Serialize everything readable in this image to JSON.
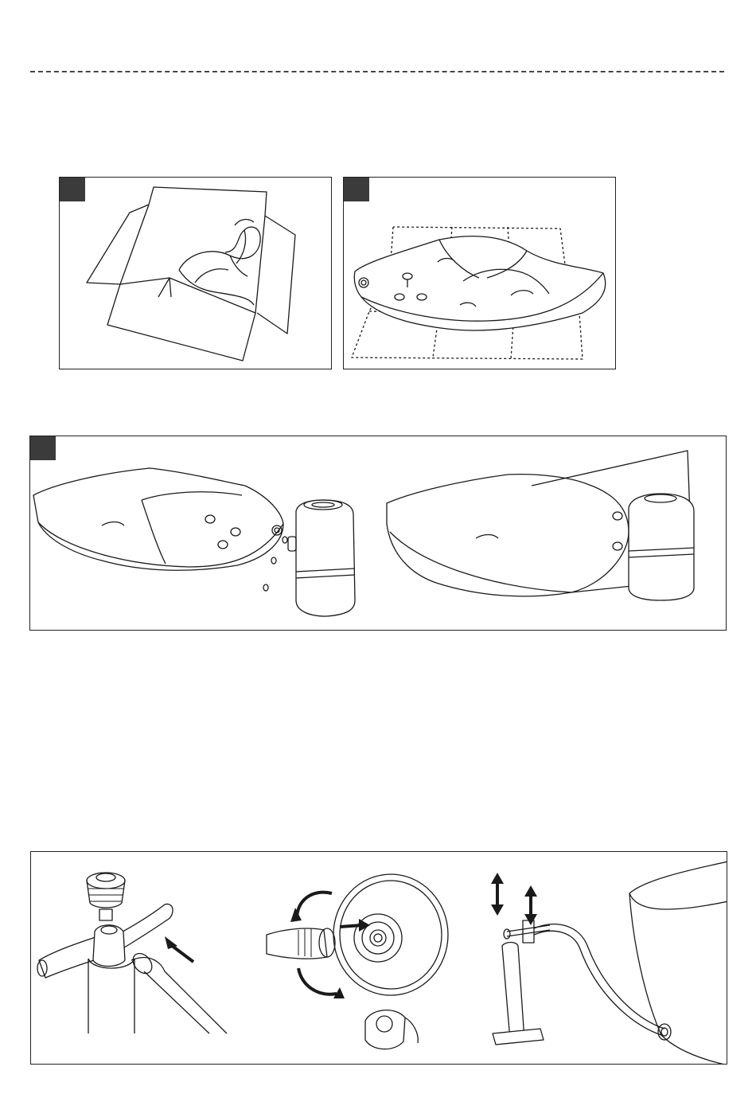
{
  "page": {
    "background": "#ffffff",
    "line_color": "#1a1a1a",
    "step_tag_color": "#3b3b3b",
    "callout_color": "#b8b8b8"
  },
  "panels": [
    {
      "id": "unbox",
      "illustration": "open-box",
      "has_step_tag": true
    },
    {
      "id": "unfold",
      "illustration": "spa-liner-on-floor-mat",
      "has_step_tag": true
    },
    {
      "id": "attach-heater",
      "illustration": "connect-liner-to-heater-unit",
      "has_step_tag": true,
      "callout_chips": 3
    },
    {
      "id": "inflate",
      "illustration": "hand-pump-inflation-sequence",
      "has_step_tag": false
    }
  ]
}
